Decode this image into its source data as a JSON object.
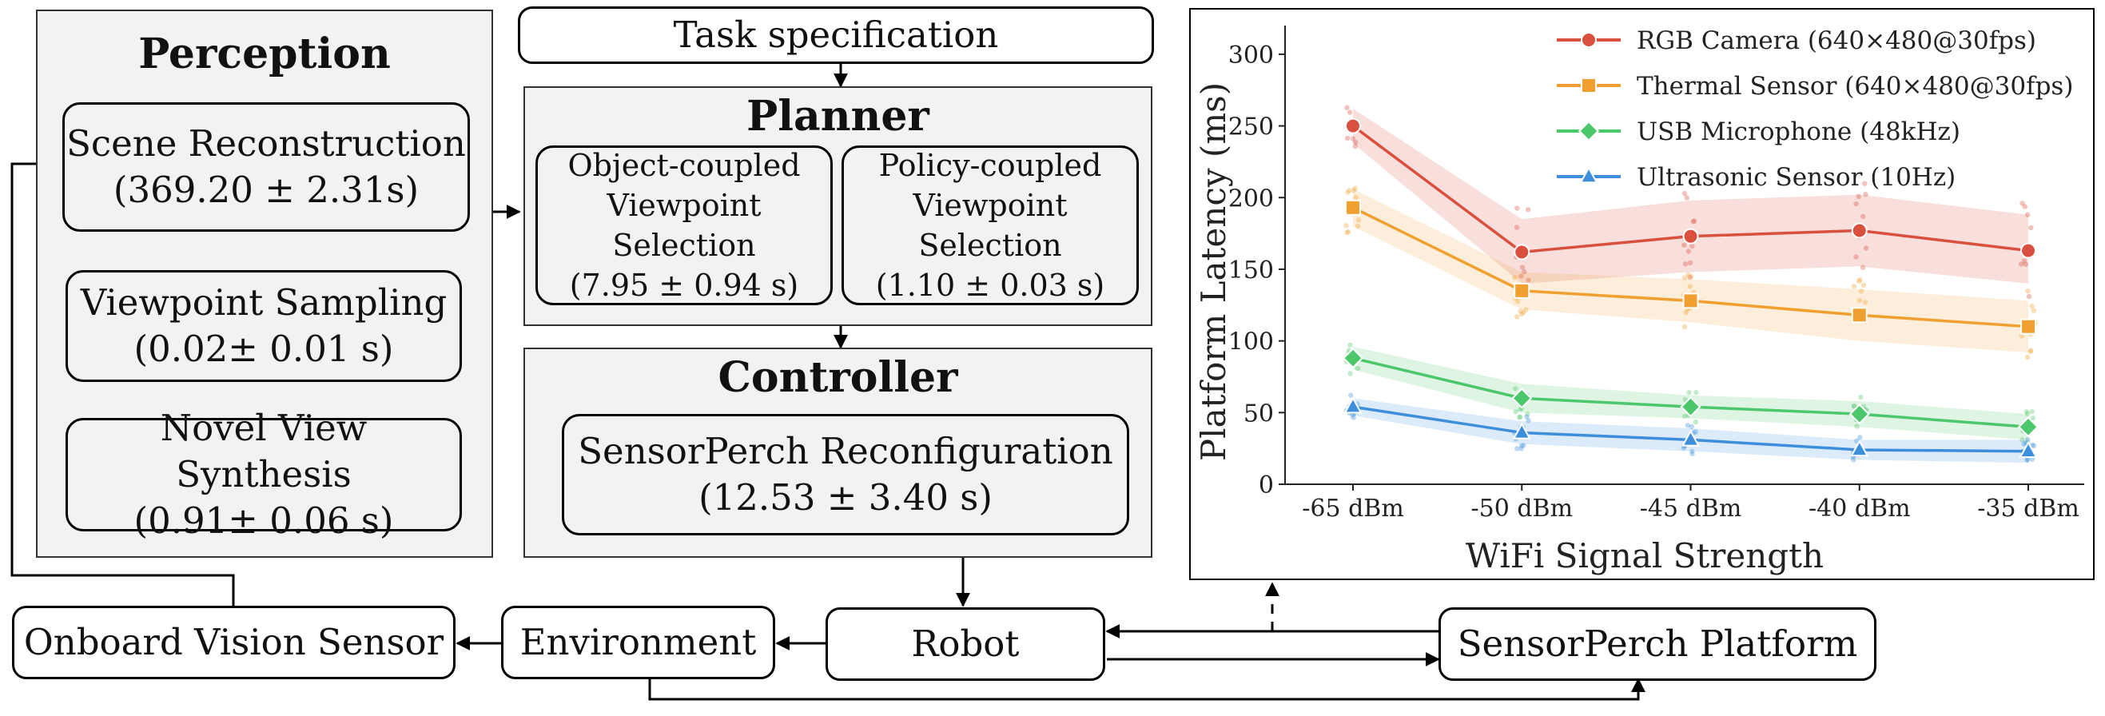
{
  "perception": {
    "title": "Perception",
    "scene_reconstruction": {
      "line1": "Scene Reconstruction",
      "line2": "(369.20 ± 2.31s)"
    },
    "viewpoint_sampling": {
      "line1": "Viewpoint Sampling",
      "line2": "(0.02± 0.01 s)"
    },
    "novel_view_synthesis": {
      "line1": "Novel View Synthesis",
      "line2": "(0.91± 0.06 s)"
    }
  },
  "task_spec": "Task specification",
  "planner": {
    "title": "Planner",
    "object_coupled": {
      "line1": "Object-coupled",
      "line2": "Viewpoint Selection",
      "line3": "(7.95 ± 0.94 s)"
    },
    "policy_coupled": {
      "line1": "Policy-coupled",
      "line2": "Viewpoint Selection",
      "line3": "(1.10 ± 0.03 s)"
    }
  },
  "controller": {
    "title": "Controller",
    "reconfig": {
      "line1": "SensorPerch Reconfiguration",
      "line2": "(12.53 ± 3.40 s)"
    }
  },
  "bottom": {
    "onboard": "Onboard Vision Sensor",
    "environment": "Environment",
    "robot": "Robot",
    "platform": "SensorPerch Platform"
  },
  "colors": {
    "red": "#d9503f",
    "orange": "#f0a030",
    "green": "#4cc76b",
    "blue": "#3d8fdb"
  },
  "chart_data": {
    "type": "line",
    "xlabel": "WiFi Signal Strength",
    "ylabel": "Platform Latency (ms)",
    "categories": [
      "-65 dBm",
      "-50 dBm",
      "-45 dBm",
      "-40 dBm",
      "-35 dBm"
    ],
    "ylim": [
      0,
      320
    ],
    "yticks": [
      0,
      50,
      100,
      150,
      200,
      250,
      300
    ],
    "legend_position": "top-right",
    "series": [
      {
        "name": "RGB Camera (640×480@30fps)",
        "color": "#d9503f",
        "marker": "circle",
        "values": [
          250,
          162,
          173,
          177,
          163
        ],
        "lower": [
          238,
          140,
          148,
          152,
          140
        ],
        "upper": [
          262,
          185,
          198,
          202,
          188
        ]
      },
      {
        "name": "Thermal Sensor (640×480@30fps)",
        "color": "#f0a030",
        "marker": "square",
        "values": [
          193,
          135,
          128,
          118,
          110
        ],
        "lower": [
          180,
          122,
          113,
          100,
          92
        ],
        "upper": [
          206,
          148,
          143,
          136,
          128
        ]
      },
      {
        "name": "USB Microphone (48kHz)",
        "color": "#4cc76b",
        "marker": "diamond",
        "values": [
          88,
          60,
          54,
          49,
          40
        ],
        "lower": [
          80,
          50,
          46,
          40,
          31
        ],
        "upper": [
          96,
          70,
          62,
          58,
          49
        ]
      },
      {
        "name": "Ultrasonic Sensor (10Hz)",
        "color": "#3d8fdb",
        "marker": "triangle",
        "values": [
          54,
          36,
          31,
          24,
          23
        ],
        "lower": [
          48,
          28,
          23,
          17,
          15
        ],
        "upper": [
          60,
          44,
          39,
          31,
          31
        ]
      }
    ]
  }
}
